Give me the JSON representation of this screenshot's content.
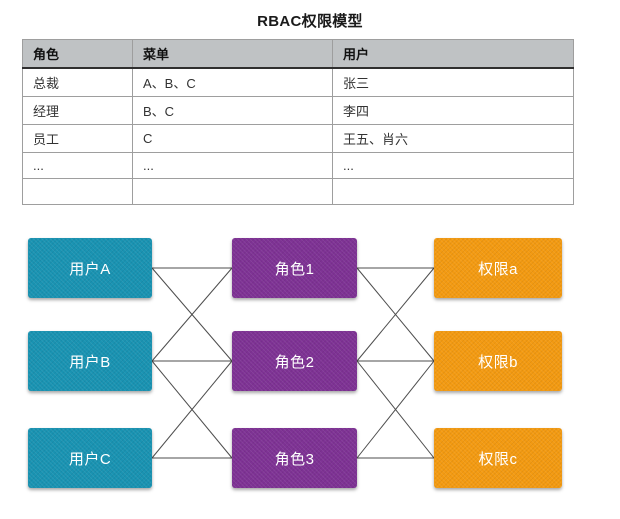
{
  "title": "RBAC权限模型",
  "table": {
    "headers": [
      "角色",
      "菜单",
      "用户"
    ],
    "rows": [
      [
        "总裁",
        "A、B、C",
        "张三"
      ],
      [
        "经理",
        "B、C",
        "李四"
      ],
      [
        "员工",
        "C",
        "王五、肖六"
      ],
      [
        "...",
        "...",
        "..."
      ],
      [
        "",
        "",
        ""
      ]
    ]
  },
  "diagram": {
    "nodes": [
      {
        "id": "user-A",
        "label": "用户A",
        "type": "user",
        "color": "#1993B2"
      },
      {
        "id": "user-B",
        "label": "用户B",
        "type": "user",
        "color": "#1993B2"
      },
      {
        "id": "user-C",
        "label": "用户C",
        "type": "user",
        "color": "#1993B2"
      },
      {
        "id": "role-1",
        "label": "角色1",
        "type": "role",
        "color": "#7E3294"
      },
      {
        "id": "role-2",
        "label": "角色2",
        "type": "role",
        "color": "#7E3294"
      },
      {
        "id": "role-3",
        "label": "角色3",
        "type": "role",
        "color": "#7E3294"
      },
      {
        "id": "perm-a",
        "label": "权限a",
        "type": "permission",
        "color": "#F39A11"
      },
      {
        "id": "perm-b",
        "label": "权限b",
        "type": "permission",
        "color": "#F39A11"
      },
      {
        "id": "perm-c",
        "label": "权限c",
        "type": "permission",
        "color": "#F39A11"
      }
    ],
    "connections": [
      {
        "from": "user-A",
        "to": "role-1"
      },
      {
        "from": "user-A",
        "to": "role-2"
      },
      {
        "from": "user-B",
        "to": "role-1"
      },
      {
        "from": "user-B",
        "to": "role-2"
      },
      {
        "from": "user-B",
        "to": "role-3"
      },
      {
        "from": "user-C",
        "to": "role-2"
      },
      {
        "from": "user-C",
        "to": "role-3"
      },
      {
        "from": "role-1",
        "to": "perm-a"
      },
      {
        "from": "role-1",
        "to": "perm-b"
      },
      {
        "from": "role-2",
        "to": "perm-a"
      },
      {
        "from": "role-2",
        "to": "perm-b"
      },
      {
        "from": "role-2",
        "to": "perm-c"
      },
      {
        "from": "role-3",
        "to": "perm-b"
      },
      {
        "from": "role-3",
        "to": "perm-c"
      }
    ]
  },
  "colors": {
    "user_box": "#1993B2",
    "role_box": "#7E3294",
    "permission_box": "#F39A11",
    "connector_line": "#4D4D4D",
    "table_header_bg": "#BFC2C4"
  }
}
